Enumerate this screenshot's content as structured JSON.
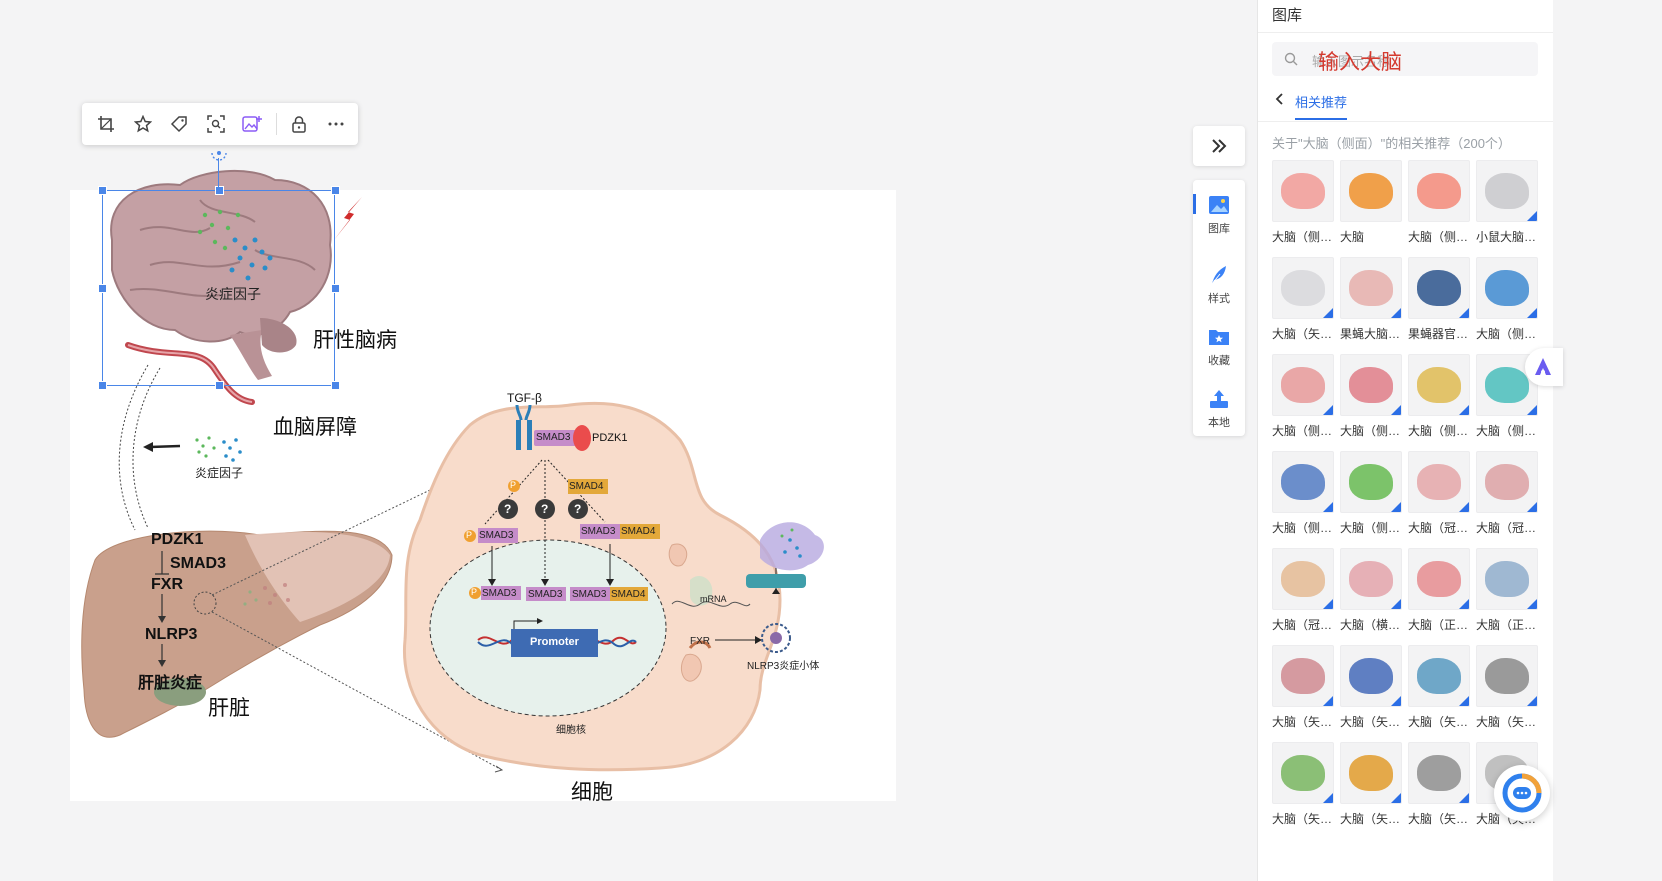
{
  "toolbar": {
    "items": [
      "crop-icon",
      "star-icon",
      "tag-icon",
      "scan-icon",
      "image-edit-icon",
      "lock-icon",
      "more-icon"
    ]
  },
  "figure": {
    "brain_label": "炎症因子",
    "he_label": "肝性脑病",
    "bbb_label": "血脑屏障",
    "cytokine_label": "炎症因子",
    "liver_path": {
      "pdzk1": "PDZK1",
      "smad3": "SMAD3",
      "fxr": "FXR",
      "nlrp3": "NLRP3",
      "inflammation": "肝脏炎症"
    },
    "liver_label": "肝脏",
    "cell_label": "细胞",
    "cell": {
      "tgfb": "TGF-β",
      "smad3_top": "SMAD3",
      "pdzk1": "PDZK1",
      "p": "P",
      "q": "?",
      "smad4": "SMAD4",
      "smad3": "SMAD3",
      "smad3b": "SMAD3",
      "smad4b": "SMAD4",
      "n_smad3a": "SMAD3",
      "n_smad3b": "SMAD3",
      "n_smad3c": "SMAD3",
      "n_smad4": "SMAD4",
      "promoter": "Promoter",
      "nucleus": "细胞核",
      "mrna": "mRNA",
      "fxr": "FXR",
      "nlrp3": "NLRP3炎症小体"
    }
  },
  "sidebar": {
    "collapse_icon": "double-chevron-right-icon",
    "tabs": [
      {
        "label": "图库",
        "icon": "gallery-icon",
        "active": true
      },
      {
        "label": "样式",
        "icon": "feather-icon",
        "active": false
      },
      {
        "label": "收藏",
        "icon": "folder-star-icon",
        "active": false
      },
      {
        "label": "本地",
        "icon": "upload-icon",
        "active": false
      }
    ]
  },
  "panel": {
    "title": "图库",
    "search_placeholder": "输入图示名称",
    "search_value": "输入大脑",
    "rec_tab": "相关推荐",
    "rec_desc": "关于\"大脑（侧面）\"的相关推荐（200个）",
    "items": [
      {
        "label": "大脑（侧…",
        "thumb": "#f2a8a4"
      },
      {
        "label": "大脑",
        "thumb": "#f0a04a"
      },
      {
        "label": "大脑（侧…",
        "thumb": "#f49a8c"
      },
      {
        "label": "小鼠大脑…",
        "thumb": "#cfcfd2"
      },
      {
        "label": "大脑（矢…",
        "thumb": "#dcdcdf"
      },
      {
        "label": "果蝇大脑…",
        "thumb": "#e8b9b6"
      },
      {
        "label": "果蝇器官…",
        "thumb": "#4a6c9c"
      },
      {
        "label": "大脑（侧…",
        "thumb": "#5a9ad6"
      },
      {
        "label": "大脑（侧…",
        "thumb": "#e9a7a7"
      },
      {
        "label": "大脑（侧…",
        "thumb": "#e38f98"
      },
      {
        "label": "大脑（侧…",
        "thumb": "#e2c36a"
      },
      {
        "label": "大脑（侧…",
        "thumb": "#63c6c4"
      },
      {
        "label": "大脑（侧…",
        "thumb": "#6b8ecb"
      },
      {
        "label": "大脑（侧…",
        "thumb": "#7cc36a"
      },
      {
        "label": "大脑（冠…",
        "thumb": "#e7b2b4"
      },
      {
        "label": "大脑（冠…",
        "thumb": "#e0aeb0"
      },
      {
        "label": "大脑（冠…",
        "thumb": "#e7c3a2"
      },
      {
        "label": "大脑（横…",
        "thumb": "#e6b0b6"
      },
      {
        "label": "大脑（正…",
        "thumb": "#e89c9f"
      },
      {
        "label": "大脑（正…",
        "thumb": "#9fb8d2"
      },
      {
        "label": "大脑（矢…",
        "thumb": "#d59aa0"
      },
      {
        "label": "大脑（矢…",
        "thumb": "#5f7fc2"
      },
      {
        "label": "大脑（矢…",
        "thumb": "#6fa7c8"
      },
      {
        "label": "大脑（矢…",
        "thumb": "#9a9a9a"
      },
      {
        "label": "大脑（矢…",
        "thumb": "#8bbf76"
      },
      {
        "label": "大脑（矢…",
        "thumb": "#e4a94a"
      },
      {
        "label": "大脑（矢…",
        "thumb": "#9e9e9e"
      },
      {
        "label": "大脑（矢…",
        "thumb": "#c0c0c0"
      }
    ]
  }
}
